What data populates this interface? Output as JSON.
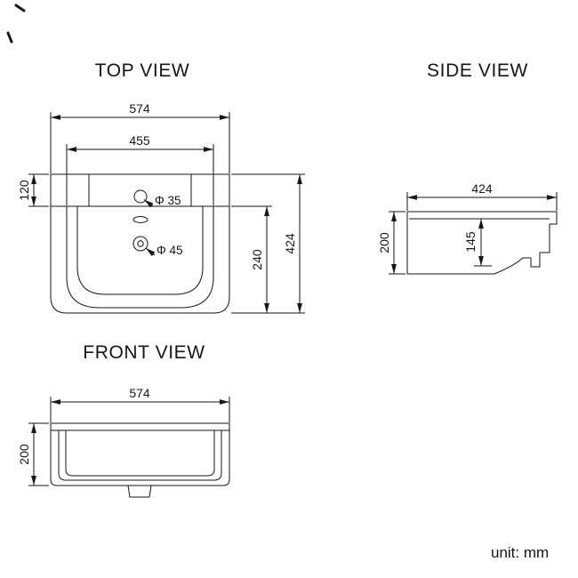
{
  "colors": {
    "background": "#ffffff",
    "line": "#161616"
  },
  "titles": {
    "top_view": "TOP VIEW",
    "side_view": "SIDE VIEW",
    "front_view": "FRONT VIEW"
  },
  "unit_label": "unit: mm",
  "top_view": {
    "dim_width_outer": "574",
    "dim_width_inner": "455",
    "dim_ledge_depth": "120",
    "dim_basin_depth": "240",
    "dim_total_depth": "424",
    "faucet_hole_label": "Φ 35",
    "drain_hole_label": "Φ 45"
  },
  "side_view": {
    "dim_depth": "424",
    "dim_height": "200",
    "dim_inner_height": "145"
  },
  "front_view": {
    "dim_width": "574",
    "dim_height": "200"
  }
}
